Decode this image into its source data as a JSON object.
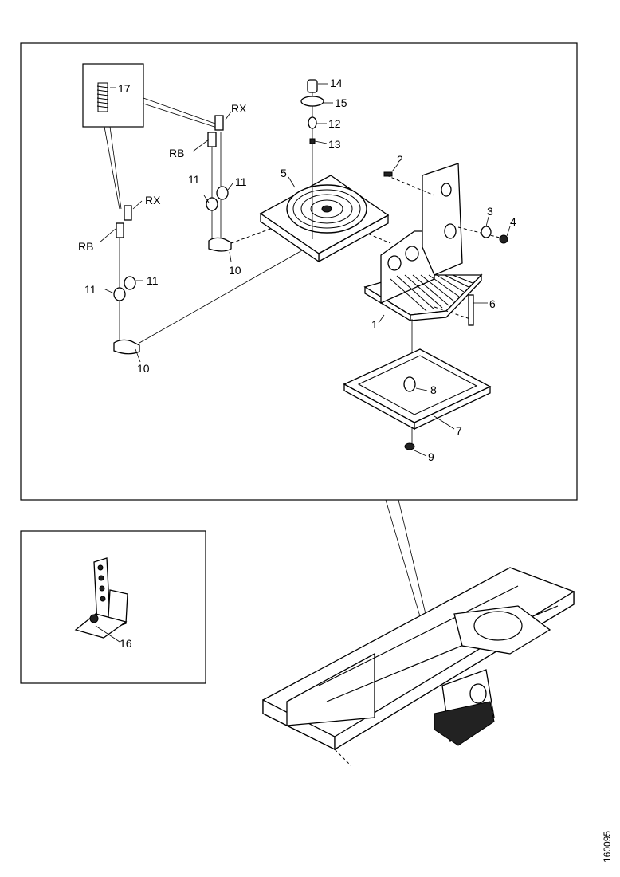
{
  "callouts": {
    "c1": "1",
    "c2": "2",
    "c3": "3",
    "c4": "4",
    "c5": "5",
    "c6": "6",
    "c7": "7",
    "c8": "8",
    "c9": "9",
    "c10a": "10",
    "c10b": "10",
    "c11a": "11",
    "c11b": "11",
    "c11c": "11",
    "c11d": "11",
    "c12": "12",
    "c13": "13",
    "c14": "14",
    "c15": "15",
    "c16": "16",
    "c17": "17",
    "rxa": "RX",
    "rxb": "RX",
    "rba": "RB",
    "rbb": "RB"
  },
  "drawing_code": "160095"
}
